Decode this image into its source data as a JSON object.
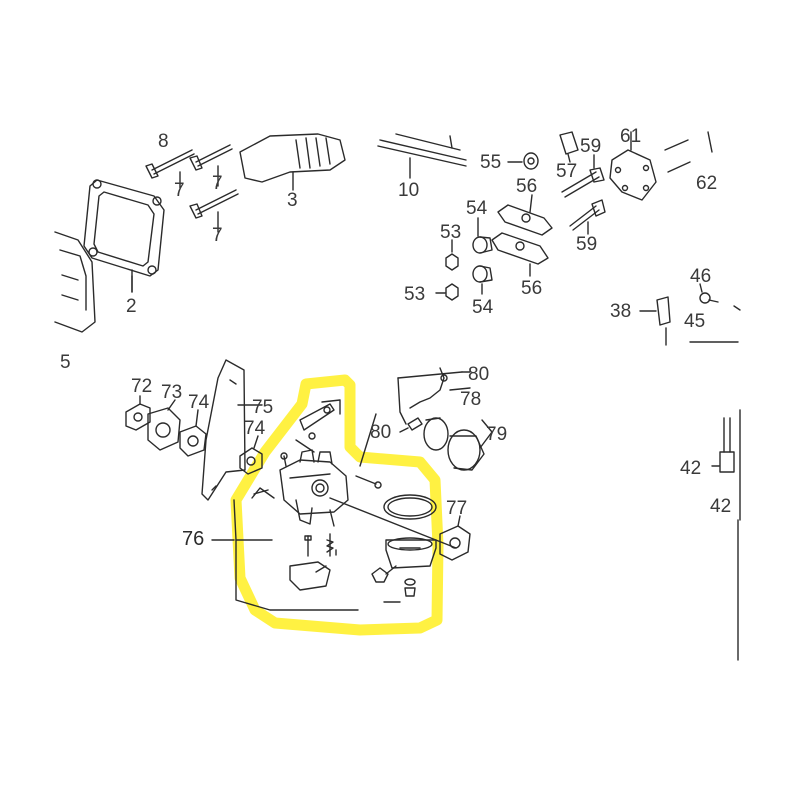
{
  "colors": {
    "line": "#2b2b2b",
    "highlight": "#ffef2e",
    "label": "#3a3a3a"
  },
  "labels": {
    "l2": "2",
    "l3": "3",
    "l5": "5",
    "l7a": "7",
    "l7b": "7",
    "l7c": "7",
    "l8": "8",
    "l10": "10",
    "l38": "38",
    "l42a": "42",
    "l42b": "42",
    "l45": "45",
    "l46": "46",
    "l53a": "53",
    "l53b": "53",
    "l54a": "54",
    "l54b": "54",
    "l55": "55",
    "l56a": "56",
    "l56b": "56",
    "l57": "57",
    "l59a": "59",
    "l59b": "59",
    "l61": "61",
    "l62": "62",
    "l72": "72",
    "l73": "73",
    "l74a": "74",
    "l74b": "74",
    "l75": "75",
    "l76": "76",
    "l77": "77",
    "l78": "78",
    "l79": "79",
    "l80a": "80",
    "l80b": "80"
  }
}
